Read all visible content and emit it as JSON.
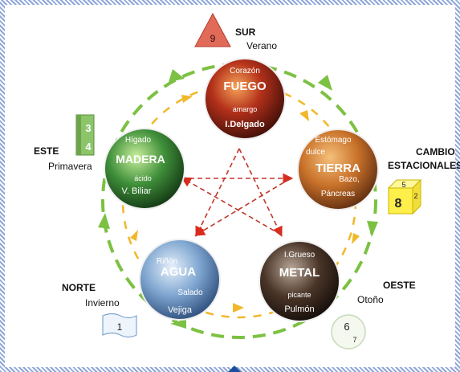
{
  "elements": {
    "fire": {
      "name": "FUEGO",
      "organ": "Corazón",
      "taste": "amargo",
      "viscera": "I.Delgado"
    },
    "earth": {
      "name": "TIERRA",
      "organ": "Estómago",
      "taste": "dulce",
      "viscera": "Bazo,",
      "viscera2": "Páncreas"
    },
    "metal": {
      "name": "METAL",
      "organ": "I.Grueso",
      "taste": "picante",
      "viscera": "Pulmón"
    },
    "water": {
      "name": "AGUA",
      "organ": "Riñón",
      "taste": "Salado",
      "viscera": "Vejiga"
    },
    "wood": {
      "name": "MADERA",
      "organ": "Hígado",
      "taste": "ácido",
      "viscera": "V. Biliar"
    }
  },
  "directions": {
    "south": {
      "dir": "SUR",
      "season": "Verano",
      "numbers": [
        "9"
      ]
    },
    "east": {
      "dir": "ESTE",
      "season": "Primavera",
      "numbers": [
        "3",
        "4"
      ]
    },
    "center": {
      "dir1": "CAMBIO",
      "dir2": "ESTACIONALES",
      "numbers": [
        "5",
        "8",
        "2"
      ]
    },
    "north": {
      "dir": "NORTE",
      "season": "Invierno",
      "numbers": [
        "1"
      ]
    },
    "west": {
      "dir": "OESTE",
      "season": "Otoño",
      "numbers": [
        "6",
        "7"
      ]
    }
  },
  "colors": {
    "generation_cycle": "#7cc142",
    "inner_cycle": "#f0b82a",
    "control_star": "#c0392b",
    "fire": "#b3301a",
    "earth": "#c9722a",
    "metal": "#3b2a22",
    "water": "#6f97c4",
    "wood": "#3f8f3a"
  }
}
